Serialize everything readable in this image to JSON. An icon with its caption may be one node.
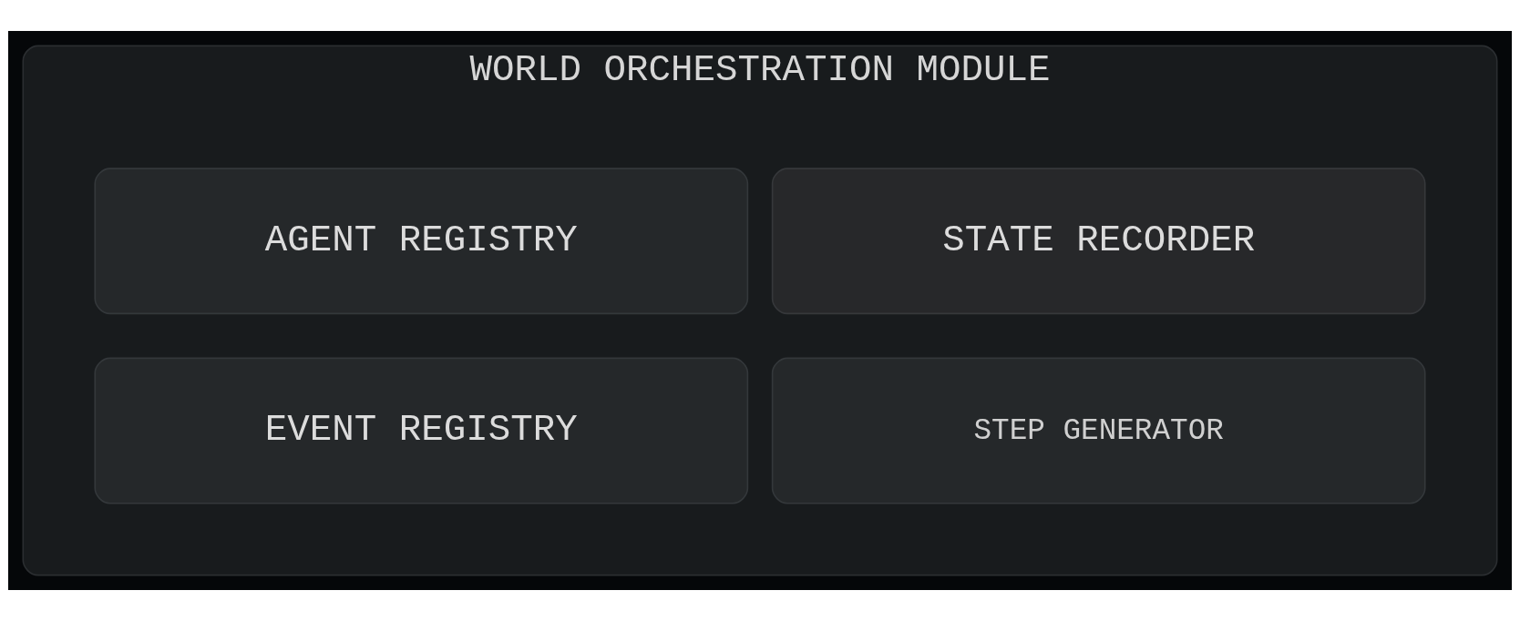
{
  "diagram": {
    "nodes": [
      {
        "text": [
          "WORLD ORCHESTRATION MODULE"
        ]
      },
      {
        "text": [
          "AGENT REGISTRY"
        ],
        "in": 0
      },
      {
        "text": [
          "STATE RECORDER"
        ],
        "in": 0
      },
      {
        "text": [
          "EVENT REGISTRY"
        ],
        "in": 0
      },
      {
        "text": [
          "STEP GENERATOR"
        ],
        "in": 0
      }
    ],
    "edges": []
  }
}
